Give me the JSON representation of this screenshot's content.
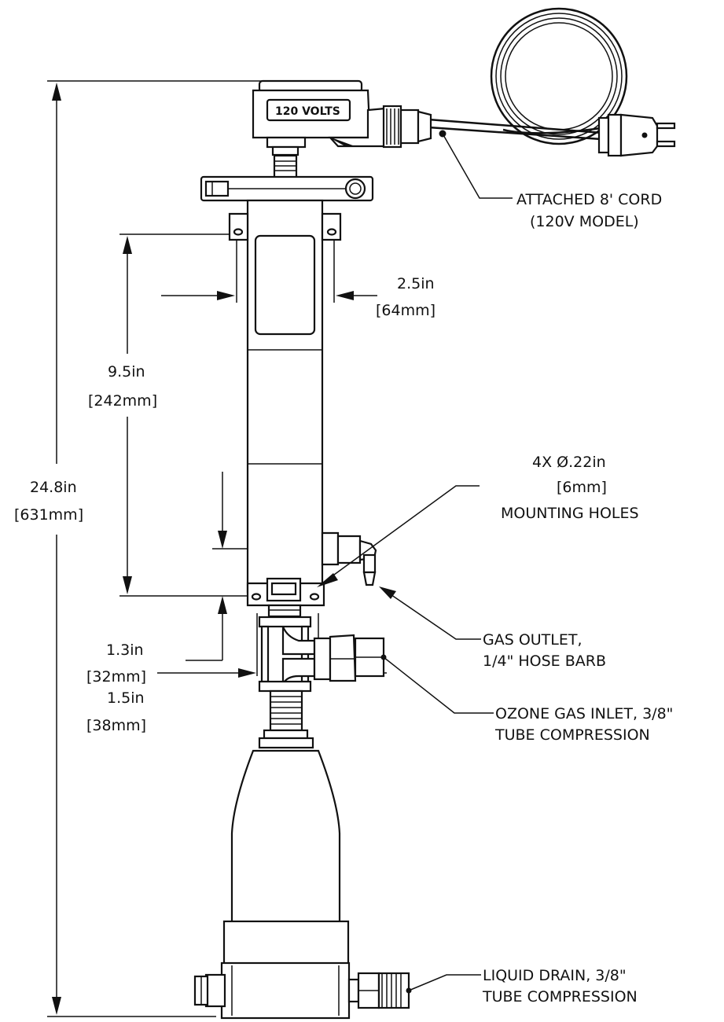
{
  "device_label": "120 VOLTS",
  "dimensions": {
    "overall": {
      "imperial": "24.8in",
      "metric": "[631mm]"
    },
    "mount_spacing": {
      "imperial": "9.5in",
      "metric": "[242mm]"
    },
    "body_width": {
      "imperial": "2.5in",
      "metric": "[64mm]"
    },
    "offset": {
      "imperial": "1.3in",
      "metric": "[32mm]"
    },
    "tee_width": {
      "imperial": "1.5in",
      "metric": "[38mm]"
    }
  },
  "callouts": {
    "cord": {
      "line1": "ATTACHED 8' CORD",
      "line2": "(120V MODEL)"
    },
    "mounting": {
      "line1": "4X  Ø.22in",
      "line2": "[6mm]",
      "line3": "MOUNTING HOLES"
    },
    "gas_outlet": {
      "line1": "GAS OUTLET,",
      "line2": "1/4\" HOSE BARB"
    },
    "ozone_inlet": {
      "line1": "OZONE GAS INLET, 3/8\"",
      "line2": "TUBE COMPRESSION"
    },
    "liquid_drain": {
      "line1": "LIQUID DRAIN, 3/8\"",
      "line2": "TUBE COMPRESSION"
    }
  }
}
